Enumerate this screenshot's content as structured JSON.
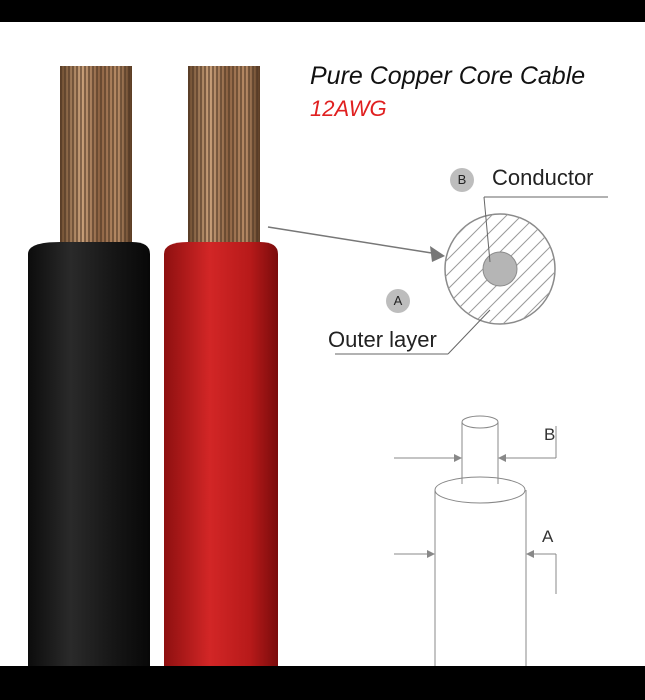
{
  "title": "Pure Copper Core Cable",
  "subtitle": "12AWG",
  "labels": {
    "conductor": "Conductor",
    "outer_layer": "Outer layer",
    "badge_b": "B",
    "badge_a": "A",
    "dim_b": "B",
    "dim_a": "A"
  },
  "colors": {
    "subtitle": "#e02020",
    "badge": "#bdbdbd",
    "black_cable": "#1c1c1c",
    "red_cable": "#c21d1d",
    "copper": "#a37a55",
    "background": "#ffffff",
    "frame": "#000000"
  }
}
